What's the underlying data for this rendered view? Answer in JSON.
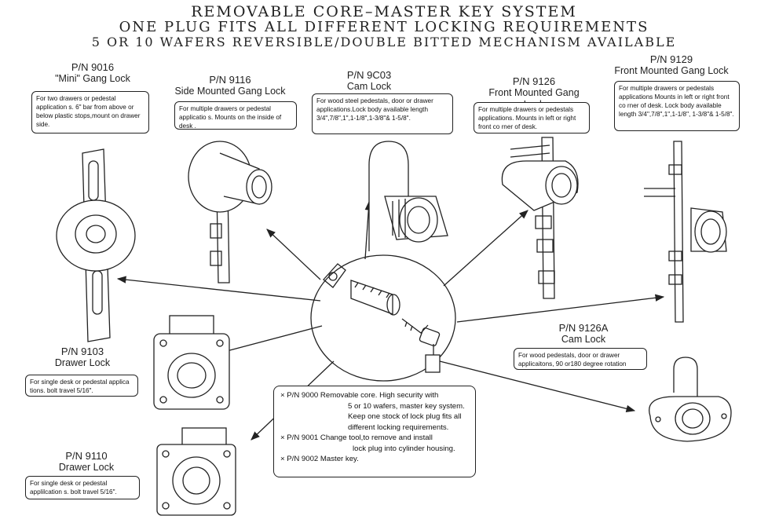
{
  "header": {
    "line1": "REMOVABLE CORE–MASTER KEY SYSTEM",
    "line2": "ONE PLUG FITS ALL DIFFERENT LOCKING REQUIREMENTS",
    "line3": "5 OR 10 WAFERS REVERSIBLE/DOUBLE BITTED MECHANISM AVAILABLE"
  },
  "products": [
    {
      "pn": "P/N 9016",
      "name": "\"Mini\" Gang Lock",
      "desc": "For two drawers or pedestal application s. 6\" bar from above or below plastic stops,mount on drawer side."
    },
    {
      "pn": "P/N 9116",
      "name": "Side Mounted Gang Lock",
      "desc": "For multiple drawers or pedestal applicatio s. Mounts on the inside of desk ."
    },
    {
      "pn": "P/N 9C03",
      "name": "Cam Lock",
      "desc": "For wood steel pedestals, door or drawer applications.Lock body available length 3/4\",7/8\",1\",1-1/8\",1-3/8\"& 1-5/8\"."
    },
    {
      "pn": "P/N 9126",
      "name": "Front Mounted Gang Lock",
      "desc": "For multiple drawers or pedestals applications. Mounts in left or right front co rner of desk."
    },
    {
      "pn": "P/N 9129",
      "name": "Front Mounted Gang Lock",
      "desc": "For multiple drawers or pedestals applications Mounts in left or right front co rner of desk. Lock body available length 3/4\",7/8\",1\",1-1/8\", 1-3/8\"& 1-5/8\"."
    },
    {
      "pn": "P/N 9126A",
      "name": "Cam Lock",
      "desc": "For wood pedestals, door or drawer applicaitons, 90 or180 degree rotation"
    },
    {
      "pn": "P/N 9103",
      "name": "Drawer Lock",
      "desc": "For single desk or pedestal applica tions. bolt travel 5/16\"."
    },
    {
      "pn": "P/N 9110",
      "name": "Drawer Lock",
      "desc": "For single desk or pedestal applilcation s. bolt travel 5/16\"."
    }
  ],
  "core_notes": {
    "n1a": "× P/N 9000 Removable core. High security with",
    "n1b": "5 or 10 wafers, master key system.",
    "n1c": "Keep one stock of lock plug fits all",
    "n1d": "different locking requirements.",
    "n2a": "× P/N 9001 Change tool,to remove and install",
    "n2b": "lock plug into cylinder housing.",
    "n3": "× P/N 9002 Master key."
  }
}
